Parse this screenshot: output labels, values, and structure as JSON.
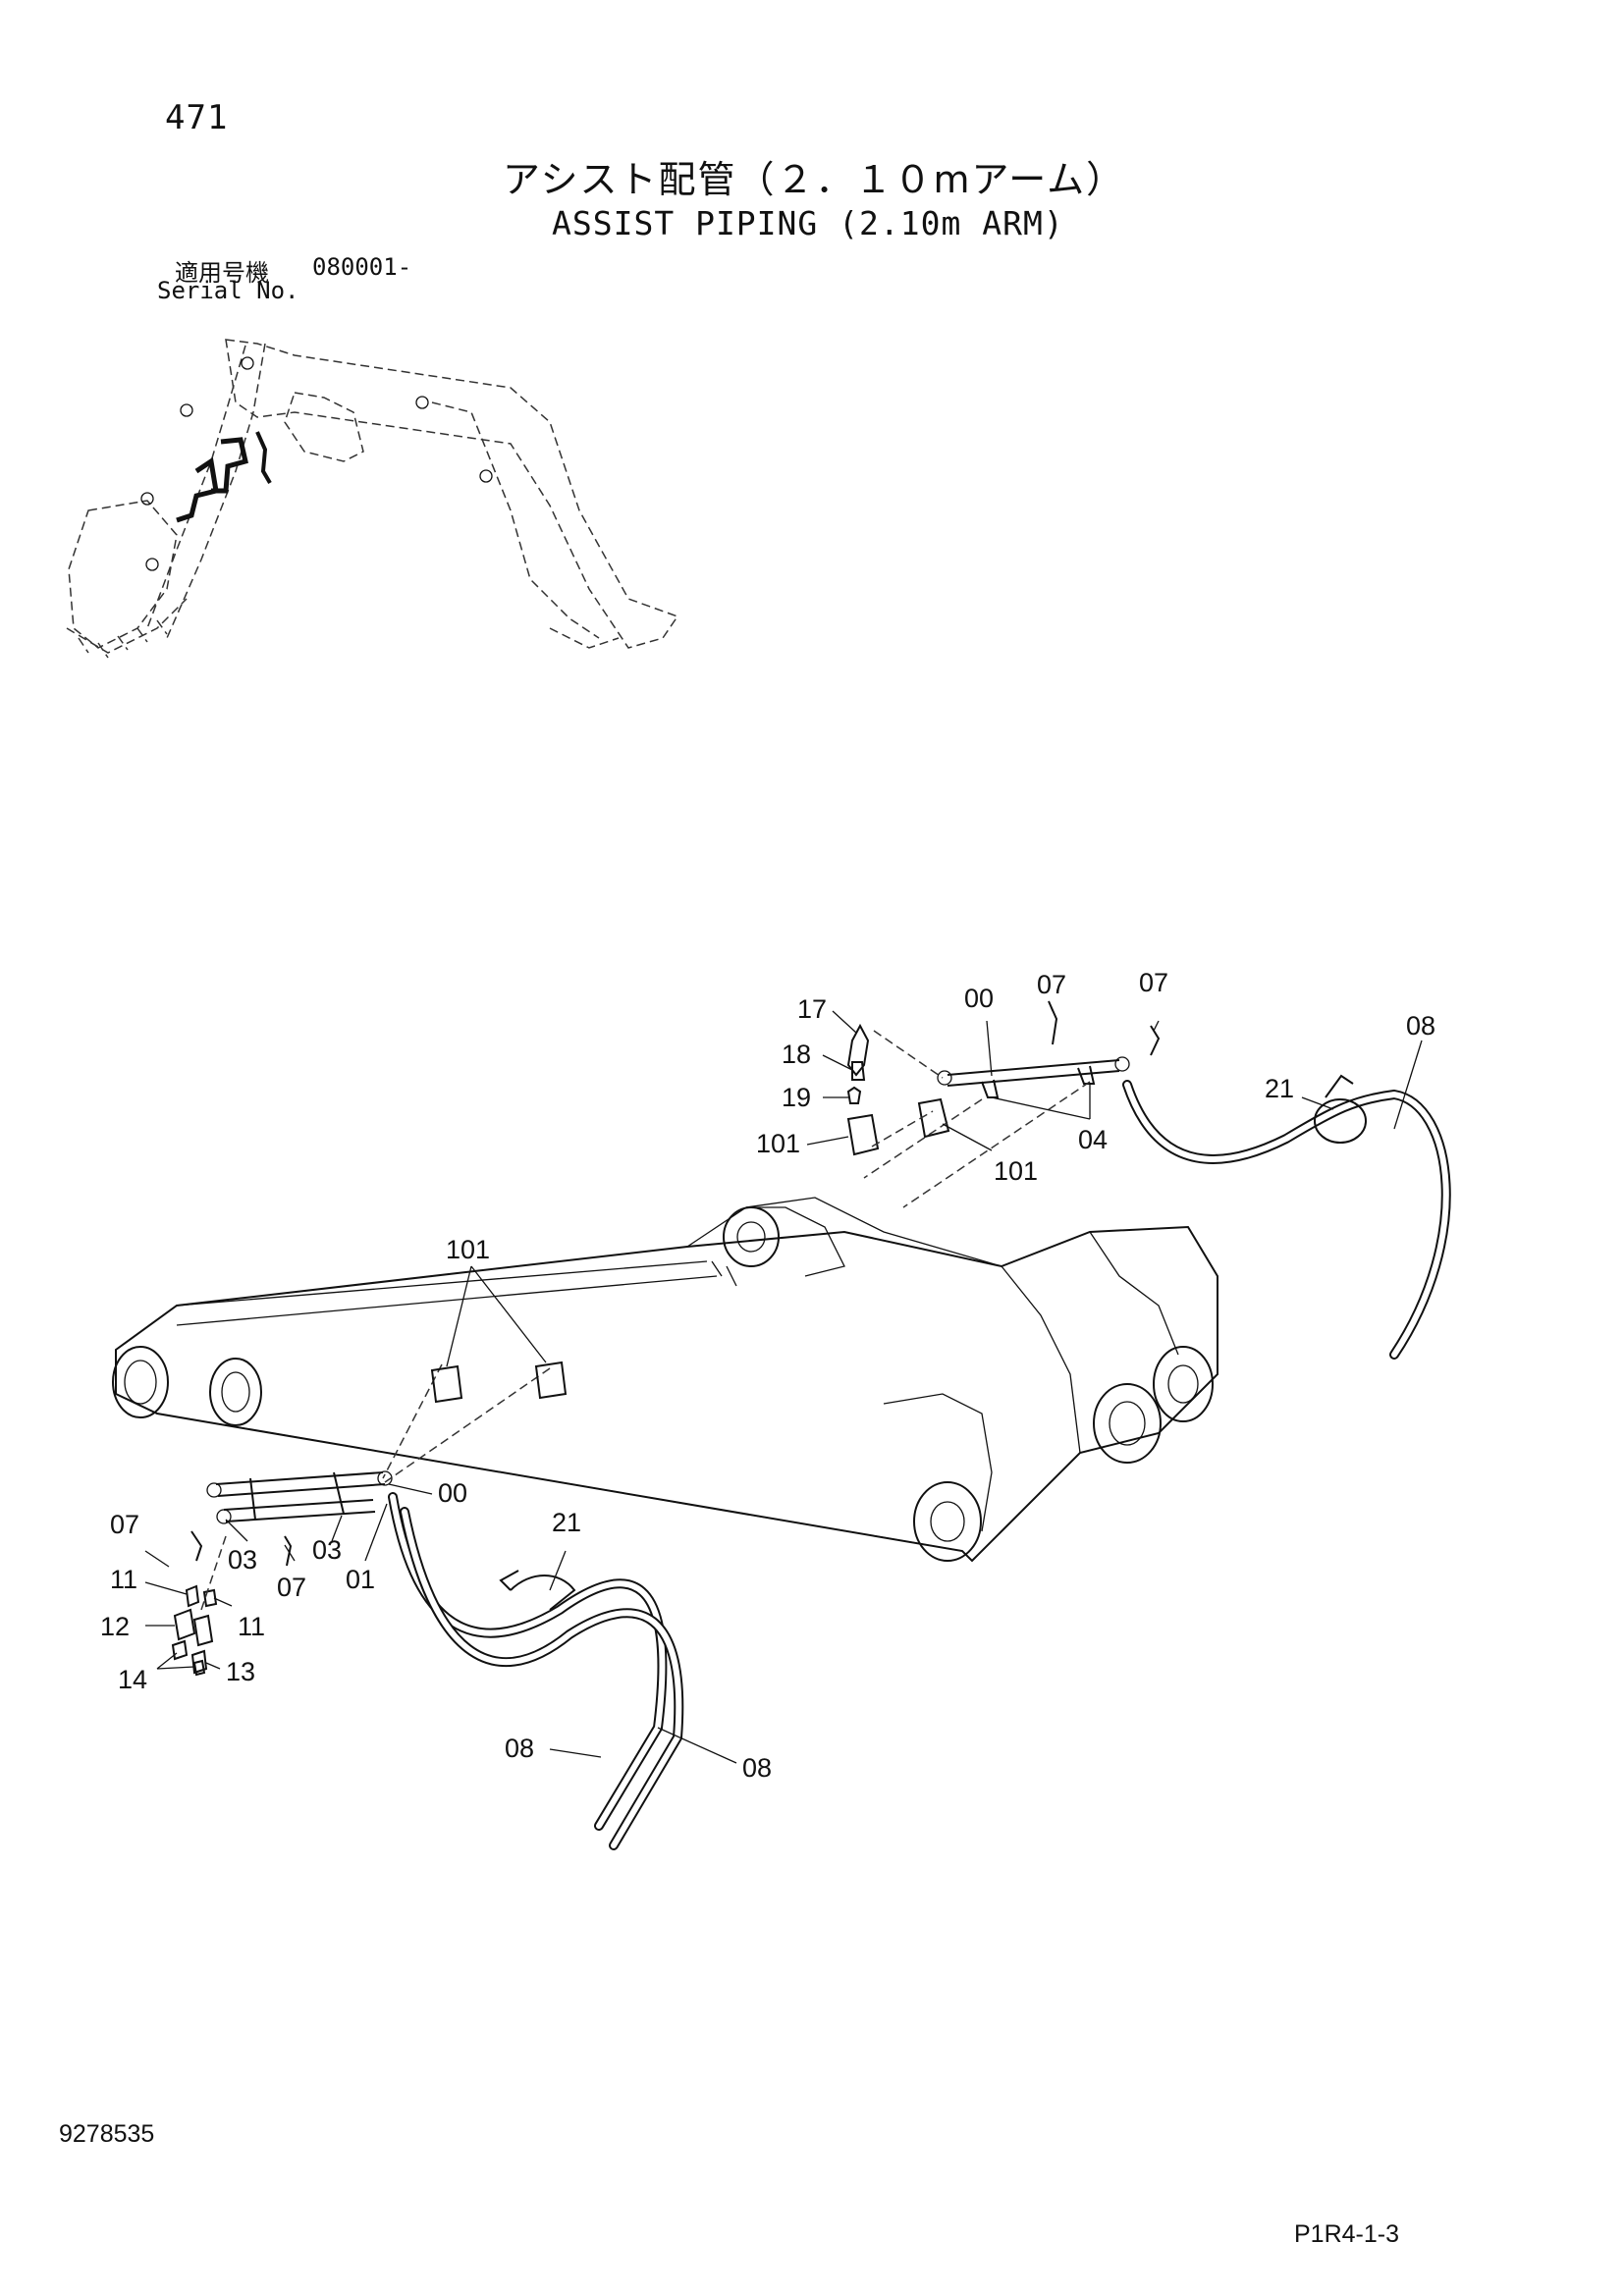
{
  "header": {
    "page_number": "471",
    "title_jp": "アシスト配管（２．１０mアーム）",
    "title_en": "ASSIST PIPING (2.10m ARM)",
    "serial_label_jp": "適用号機",
    "serial_label_en": "Serial No.",
    "serial_value": "080001-"
  },
  "callouts": [
    {
      "id": "c-17",
      "label": "17"
    },
    {
      "id": "c-18",
      "label": "18"
    },
    {
      "id": "c-19",
      "label": "19"
    },
    {
      "id": "c-101a",
      "label": "101"
    },
    {
      "id": "c-101b",
      "label": "101"
    },
    {
      "id": "c-00a",
      "label": "00"
    },
    {
      "id": "c-07a",
      "label": "07"
    },
    {
      "id": "c-07b",
      "label": "07"
    },
    {
      "id": "c-04",
      "label": "04"
    },
    {
      "id": "c-08a",
      "label": "08"
    },
    {
      "id": "c-21a",
      "label": "21"
    },
    {
      "id": "c-101c",
      "label": "101"
    },
    {
      "id": "c-00b",
      "label": "00"
    },
    {
      "id": "c-07c",
      "label": "07"
    },
    {
      "id": "c-11a",
      "label": "11"
    },
    {
      "id": "c-03a",
      "label": "03"
    },
    {
      "id": "c-03b",
      "label": "03"
    },
    {
      "id": "c-07d",
      "label": "07"
    },
    {
      "id": "c-01",
      "label": "01"
    },
    {
      "id": "c-21b",
      "label": "21"
    },
    {
      "id": "c-12",
      "label": "12"
    },
    {
      "id": "c-11b",
      "label": "11"
    },
    {
      "id": "c-14",
      "label": "14"
    },
    {
      "id": "c-13",
      "label": "13"
    },
    {
      "id": "c-08b",
      "label": "08"
    },
    {
      "id": "c-08c",
      "label": "08"
    }
  ],
  "footer": {
    "document_number": "9278535",
    "page_reference": "P1R4-1-3"
  }
}
